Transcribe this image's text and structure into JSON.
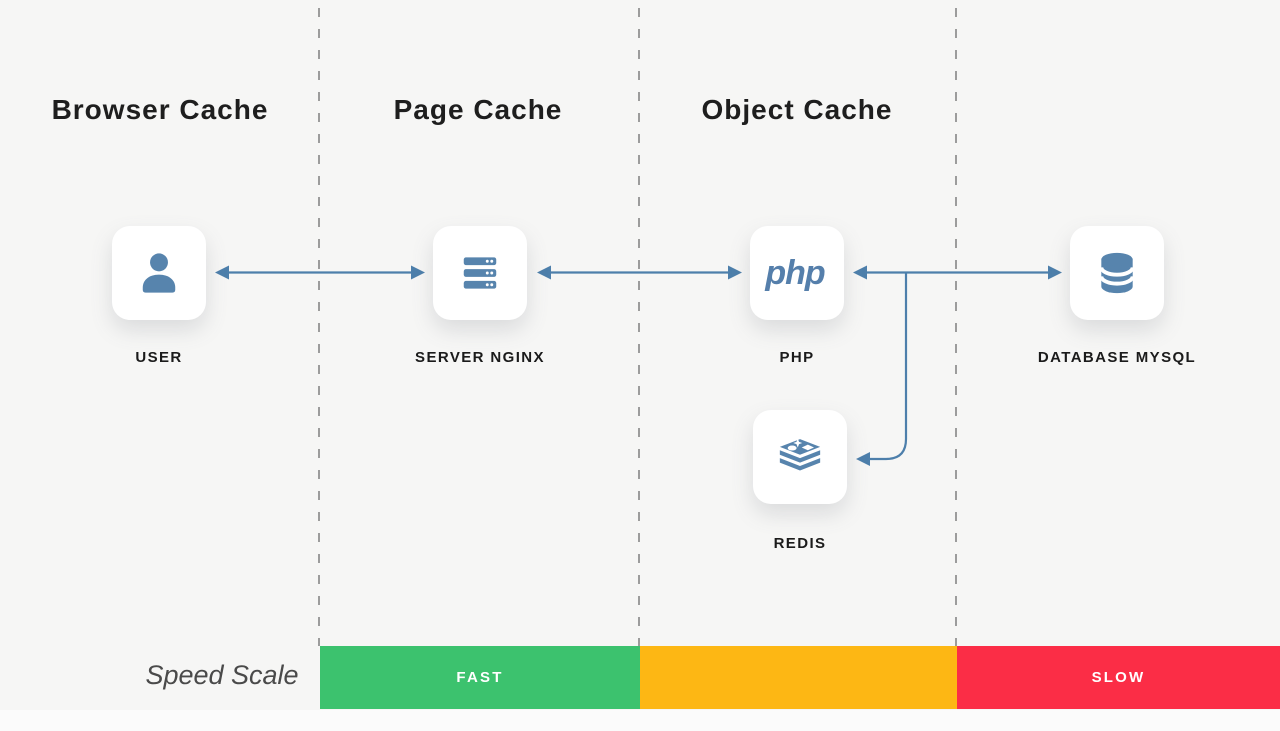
{
  "sections": [
    {
      "label": "Browser Cache"
    },
    {
      "label": "Page Cache"
    },
    {
      "label": "Object Cache"
    }
  ],
  "nodes": {
    "user": {
      "label": "USER",
      "icon": "user-icon"
    },
    "server": {
      "label": "SERVER NGINX",
      "icon": "server-icon"
    },
    "php": {
      "label": "PHP",
      "icon": "php-logo",
      "logo_text": "php"
    },
    "mysql": {
      "label": "DATABASE MYSQL",
      "icon": "database-icon"
    },
    "redis": {
      "label": "REDIS",
      "icon": "redis-icon"
    }
  },
  "speed_scale": {
    "label": "Speed Scale",
    "segments": [
      {
        "label": "FAST",
        "color": "#3cc26e"
      },
      {
        "label": "",
        "color": "#fdb714"
      },
      {
        "label": "SLOW",
        "color": "#fb2d46"
      }
    ]
  },
  "colors": {
    "background": "#f6f6f5",
    "icon_blue": "#5784ad",
    "arrow_blue": "#4d7fab",
    "dashed_line": "#9c9c9c",
    "title_text": "#1e1e1e"
  }
}
